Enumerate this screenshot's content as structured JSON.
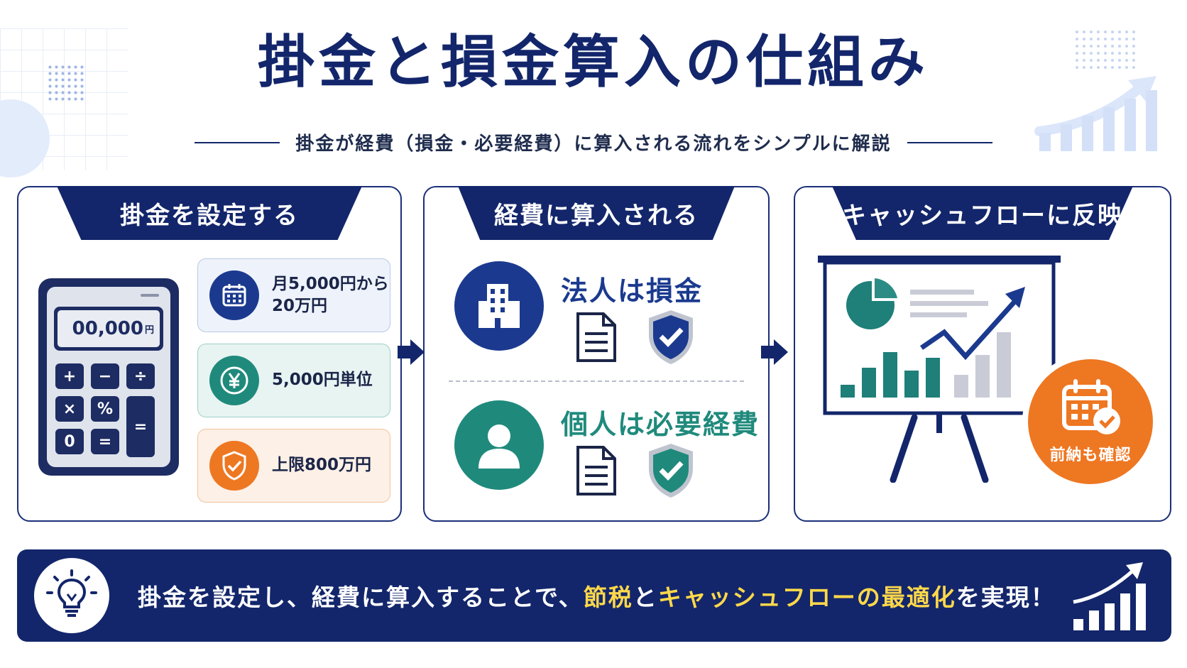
{
  "title": "掛金と損金算入の仕組み",
  "subtitle": "掛金が経費（損金・必要経費）に算入される流れをシンプルに解説",
  "colors": {
    "navy": "#13266b",
    "teal": "#1f8a7c",
    "orange": "#ee7722",
    "highlight": "#ffd84a"
  },
  "step1": {
    "heading": "掛金を設定する",
    "calculator": {
      "display": "00,000",
      "display_unit": "円",
      "keys": [
        "+",
        "−",
        "÷",
        "×",
        "%",
        "0",
        "=",
        "="
      ]
    },
    "items": [
      {
        "icon": "calendar-icon",
        "line1": "月5,000円から",
        "line2": "20万円"
      },
      {
        "icon": "yen-coin-icon",
        "line1": "5,000円単位",
        "line2": ""
      },
      {
        "icon": "shield-check-icon",
        "line1": "上限800万円",
        "line2": ""
      }
    ]
  },
  "step2": {
    "heading": "経費に算入される",
    "corporate": {
      "icon": "building-icon",
      "label": "法人は損金"
    },
    "individual": {
      "icon": "person-icon",
      "label": "個人は必要経費"
    }
  },
  "step3": {
    "heading": "キャッシュフローに反映",
    "board_icon": "presentation-chart-icon",
    "badge": {
      "icon": "calendar-check-icon",
      "label": "前納も確認"
    }
  },
  "banner": {
    "text_before": "掛金を設定し、経費に算入することで、",
    "highlight1": "節税",
    "text_mid": "と",
    "highlight2": "キャッシュフローの最適化",
    "text_after": "を実現！",
    "icon_left": "lightbulb-icon",
    "icon_right": "growth-chart-icon"
  }
}
